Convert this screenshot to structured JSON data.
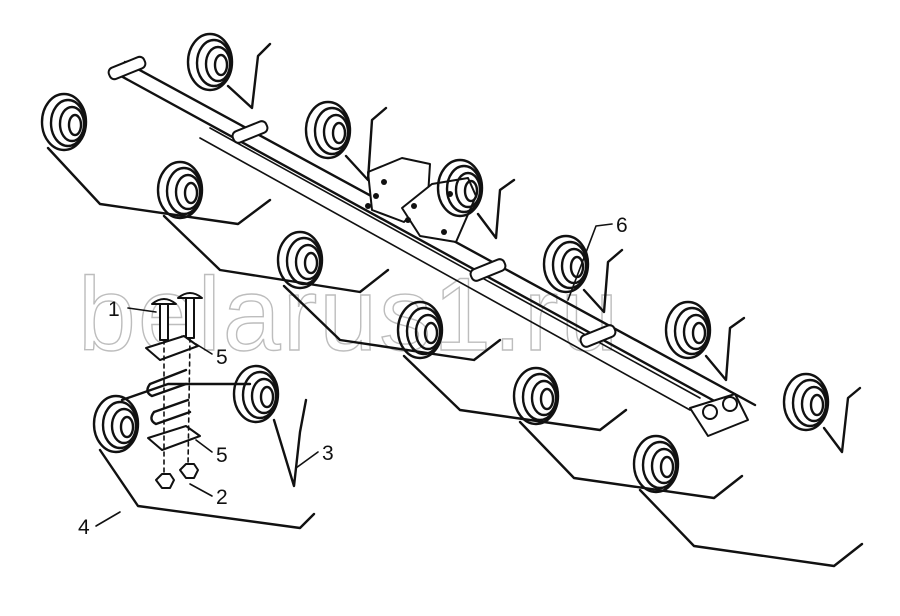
{
  "diagram": {
    "watermark": "belarus1.ru",
    "callouts": [
      {
        "id": "1",
        "label": "1"
      },
      {
        "id": "2",
        "label": "2"
      },
      {
        "id": "3",
        "label": "3"
      },
      {
        "id": "4",
        "label": "4"
      },
      {
        "id": "5a",
        "label": "5"
      },
      {
        "id": "5b",
        "label": "5"
      },
      {
        "id": "6",
        "label": "6"
      }
    ],
    "colors": {
      "line": "#111111",
      "background": "#ffffff",
      "watermark": "#bdbdbd"
    }
  }
}
